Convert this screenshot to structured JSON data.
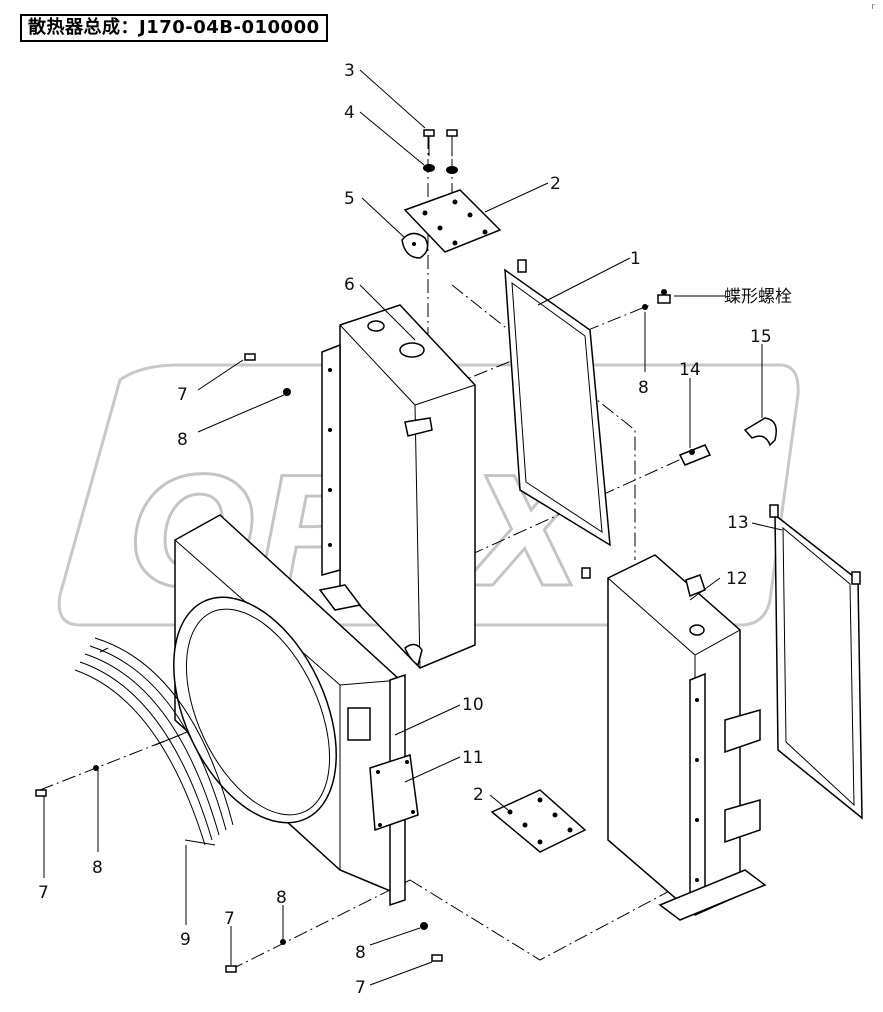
{
  "title": "散热器总成：J170-04B-010000",
  "corner_mark": "r",
  "watermark": "OPEX",
  "callouts": {
    "c1": "1",
    "c2a": "2",
    "c2b": "2",
    "c3": "3",
    "c4": "4",
    "c5": "5",
    "c6": "6",
    "c7a": "7",
    "c7b": "7",
    "c7c": "7",
    "c7d": "7",
    "c8a": "8",
    "c8b": "8",
    "c8c": "8",
    "c8d": "8",
    "c8e": "8",
    "c9": "9",
    "c10": "10",
    "c11": "11",
    "c12": "12",
    "c13": "13",
    "c14": "14",
    "c15": "15",
    "wing_bolt": "蝶形螺栓"
  }
}
